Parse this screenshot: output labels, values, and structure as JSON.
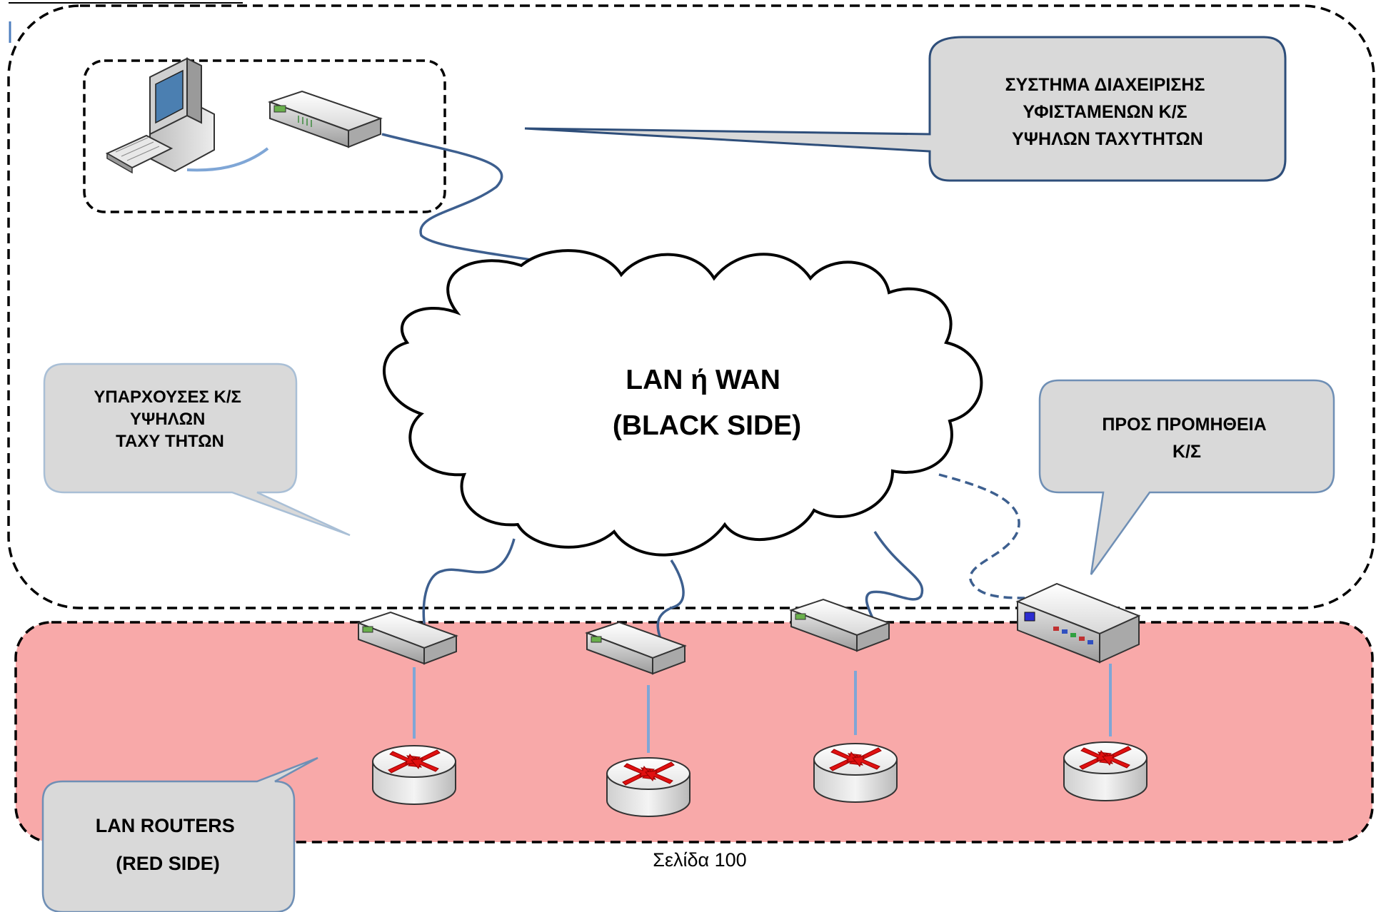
{
  "management_callout": {
    "lines": [
      "ΣΥΣΤΗΜΑ ΔΙΑΧΕΙΡΙΣΗΣ",
      "ΥΦΙΣΤΑΜΕΝΩΝ Κ/Σ",
      "ΥΨΗΛΩΝ ΤΑΧΥΤΗΤΩΝ"
    ]
  },
  "existing_callout": {
    "lines": [
      "ΥΠΑΡΧΟΥΣΕΣ Κ/Σ",
      "ΥΨΗΛΩΝ",
      "ΤΑΧΥ ΤΗΤΩΝ"
    ]
  },
  "procurement_callout": {
    "lines": [
      "ΠΡΟΣ ΠΡΟΜΗΘΕΙΑ",
      "Κ/Σ"
    ]
  },
  "routers_callout": {
    "lines": [
      "LAN ROUTERS",
      "(RED SIDE)"
    ]
  },
  "cloud": {
    "lines": [
      "LAN ή WAN",
      "(BLACK SIDE)"
    ]
  },
  "page_label": "Σελίδα 100",
  "colors": {
    "red_zone": "#f8a9a9",
    "callout_fill": "#d9d9d9",
    "callout_border": "#2e4e7a",
    "cable": "#3d5f8f",
    "cable_light": "#7fa6d6"
  }
}
